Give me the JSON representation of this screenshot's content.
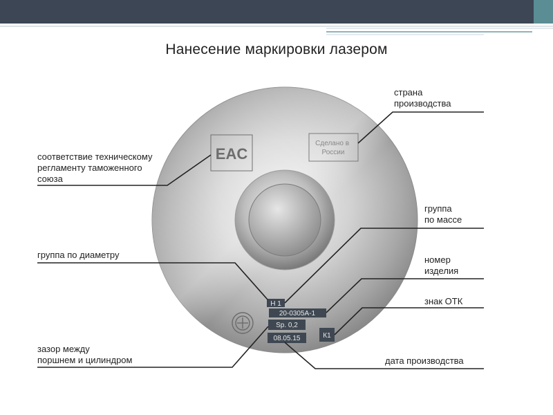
{
  "title": "Нанесение маркировки лазером",
  "labels": {
    "country": "страна\nпроизводства",
    "eac": "соответствие техническому\nрегламенту таможенного\nсоюза",
    "mass_group": "группа\nпо массе",
    "diameter_group": "группа по диаметру",
    "product_number": "номер\nизделия",
    "otk": "знак ОТК",
    "clearance": "зазор между\nпоршнем и цилиндром",
    "date": "дата производства"
  },
  "marks": {
    "eac": "EAC",
    "country": "Сделано в\nРоссии",
    "group": "Н 1",
    "part_number": "20-0305А-1",
    "clearance": "Sp. 0,2",
    "date": "08.05.15",
    "otk": "К1"
  },
  "colors": {
    "topbar": "#3c4655",
    "accent": "#5b8d95"
  }
}
